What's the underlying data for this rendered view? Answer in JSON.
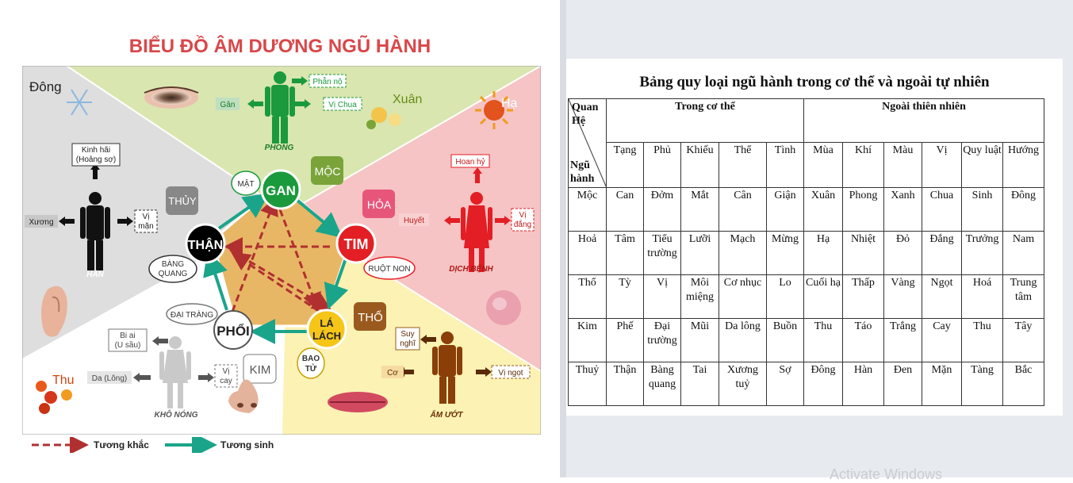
{
  "diagram": {
    "title": "BIỂU ĐỒ ÂM DƯƠNG NGŨ HÀNH",
    "seasons": {
      "dong": "Đông",
      "xuan": "Xuân",
      "ha": "Hạ",
      "thu": "Thu"
    },
    "organs": {
      "gan": "GAN",
      "tim": "TIM",
      "la_lach_1": "LÁ",
      "la_lach_2": "LÁCH",
      "phoi": "PHỔI",
      "than": "THẬN"
    },
    "elements": {
      "moc": "MỘC",
      "hoa": "HỎA",
      "tho": "THỔ",
      "kim": "KIM",
      "thuy": "THỦY"
    },
    "paired": {
      "mat": "MẬT",
      "ruot_non": "RUỘT NON",
      "bao_tu_1": "BAO",
      "bao_tu_2": "TỬ",
      "dai_trang": "ĐẠI TRÀNG",
      "bang_quang_1": "BÀNG",
      "bang_quang_2": "QUANG"
    },
    "wood": {
      "emotion": "Phẫn nộ",
      "tissue": "Gân",
      "taste": "Vị Chua",
      "climate": "PHONG"
    },
    "fire": {
      "emotion": "Hoan hỷ",
      "tissue": "Huyết",
      "taste_1": "Vị",
      "taste_2": "đắng",
      "climate": "DỊCH BỆNH"
    },
    "earth": {
      "emotion_1": "Suy",
      "emotion_2": "nghĩ",
      "tissue": "Cơ",
      "taste": "Vị ngọt",
      "climate": "ẨM ƯỚT"
    },
    "metal": {
      "emotion_1": "Bi ai",
      "emotion_2": "(U sầu)",
      "tissue": "Da (Lông)",
      "taste_1": "Vị",
      "taste_2": "cay",
      "climate": "KHÔ NÓNG"
    },
    "water": {
      "emotion_1": "Kinh hãi",
      "emotion_2": "(Hoảng sợ)",
      "tissue": "Xương",
      "taste_1": "Vị",
      "taste_2": "mặn",
      "climate": "HÀN"
    },
    "legend": {
      "khac": "Tương khắc",
      "sinh": "Tương sinh"
    },
    "colors": {
      "wood_bg": "#d9e6b0",
      "fire_bg": "#f6c4c4",
      "earth_bg": "#fbf2b4",
      "metal_bg": "#ffffff",
      "water_bg": "#dedede",
      "wood": "#1a9a3c",
      "fire": "#e31e24",
      "earth": "#f5c518",
      "metal": "#ffffff",
      "water": "#000000",
      "khac_arrow": "#b03030",
      "sinh_arrow": "#1aa58a"
    }
  },
  "table": {
    "title": "Bảng quy loại ngũ hành trong  cơ thể và ngoài tự nhiên",
    "corner_top_1": "Quan",
    "corner_top_2": "Hệ",
    "corner_bottom_1": "Ngũ",
    "corner_bottom_2": "hành",
    "group_body": "Trong cơ thể",
    "group_nature": "Ngoài thiên nhiên",
    "columns": [
      "Tạng",
      "Phủ",
      "Khiếu",
      "Thể",
      "Tình",
      "Mùa",
      "Khí",
      "Màu",
      "Vị",
      "Quy luật",
      "Hướng"
    ],
    "rows": [
      {
        "element": "Mộc",
        "cells": [
          "Can",
          "Đởm",
          "Mắt",
          "Cân",
          "Giận",
          "Xuân",
          "Phong",
          "Xanh",
          "Chua",
          "Sinh",
          "Đông"
        ]
      },
      {
        "element": "Hoả",
        "cells": [
          "Tâm",
          "Tiểu trường",
          "Lưỡi",
          "Mạch",
          "Mừng",
          "Hạ",
          "Nhiệt",
          "Đỏ",
          "Đắng",
          "Trưởng",
          "Nam"
        ]
      },
      {
        "element": "Thổ",
        "cells": [
          "Tỳ",
          "Vị",
          "Môi miệng",
          "Cơ nhục",
          "Lo",
          "Cuối hạ",
          "Thấp",
          "Vàng",
          "Ngọt",
          "Hoá",
          "Trung tâm"
        ]
      },
      {
        "element": "Kim",
        "cells": [
          "Phế",
          "Đại trường",
          "Mũi",
          "Da lông",
          "Buồn",
          "Thu",
          "Táo",
          "Trắng",
          "Cay",
          "Thu",
          "Tây"
        ]
      },
      {
        "element": "Thuỷ",
        "cells": [
          "Thận",
          "Bàng quang",
          "Tai",
          "Xương tuỷ",
          "Sợ",
          "Đông",
          "Hàn",
          "Đen",
          "Mặn",
          "Tàng",
          "Bắc"
        ]
      }
    ]
  },
  "watermark": "Activate Windows"
}
